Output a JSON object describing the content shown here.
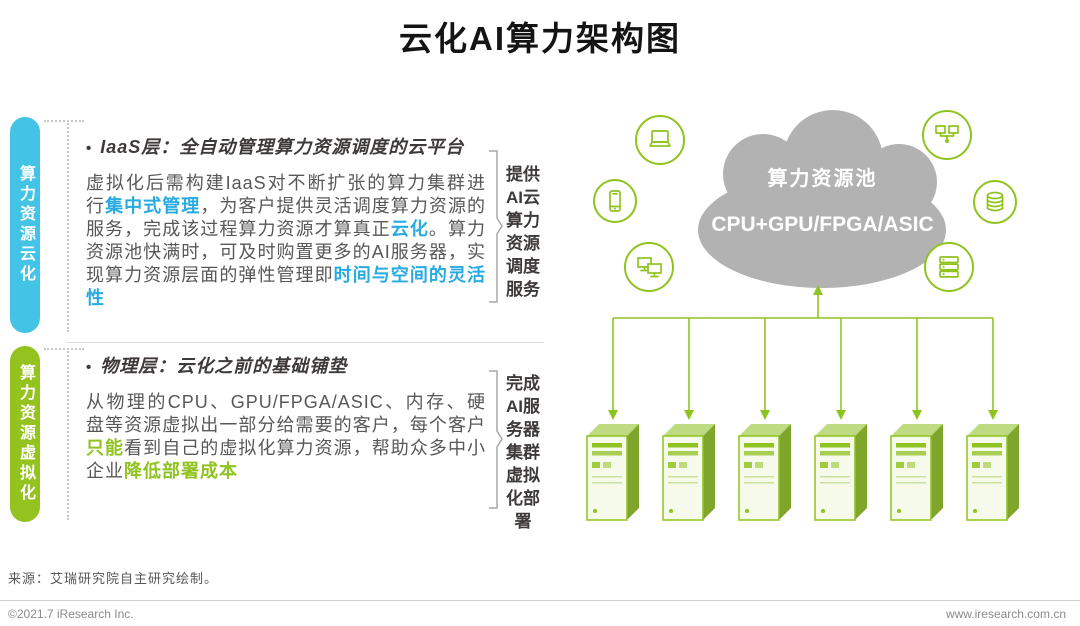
{
  "title": "云化AI算力架构图",
  "left_tabs": [
    {
      "label": "算力资源云化"
    },
    {
      "label": "算力资源虚拟化"
    }
  ],
  "sections": [
    {
      "bullet": "•",
      "heading": "IaaS层：全自动管理算力资源调度的云平台",
      "body": [
        "虚拟化后需构建IaaS对不断扩张的算力集群进行",
        "集中式管理",
        "，为客户提供灵活调度算力资源的服务，完成该过程算力资源才算真正",
        "云化",
        "。算力资源池快满时，可及时购置更多的AI服务器，实现算力资源层面的弹性管理即",
        "时间与空间的灵活性"
      ],
      "side_label": "提供AI云算力资源调度服务"
    },
    {
      "bullet": "•",
      "heading": "物理层：云化之前的基础铺垫",
      "body": [
        "从物理的CPU、GPU/FPGA/ASIC、内存、硬盘等资源虚拟出一部分给需要的客户，每个客户",
        "只能",
        "看到自己的虚拟化算力资源，帮助众多中小企业",
        "降低部署成本"
      ],
      "side_label": "完成AI服务器集群虚拟化部署"
    }
  ],
  "cloud": {
    "title": "算力资源池",
    "subtitle": "CPU+GPU/FPGA/ASIC"
  },
  "icons": {
    "left": [
      "laptop-icon",
      "smartphone-icon",
      "desktop-computers-icon"
    ],
    "right": [
      "network-monitors-icon",
      "database-icon",
      "server-stack-icon"
    ],
    "bottom": "server-tower-icon"
  },
  "colors": {
    "cyan": "#43C3E6",
    "green": "#8FC31F",
    "cloud_gray": "#B2B2B2",
    "highlight_blue": "#29ABE2"
  },
  "footer": {
    "source": "来源：艾瑞研究院自主研究绘制。",
    "copyright": "©2021.7 iResearch Inc.",
    "website": "www.iresearch.com.cn"
  }
}
